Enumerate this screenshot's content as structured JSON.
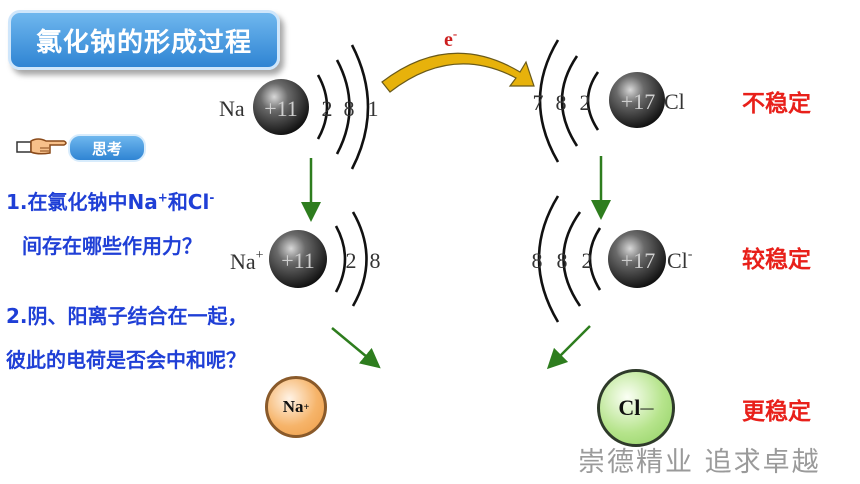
{
  "title": "氯化钠的形成过程",
  "think_label": "思考",
  "questions": {
    "q1_line1_prefix": "1.在氯化钠中Na",
    "q1_line1_sup1": "+",
    "q1_line1_mid": "和Cl",
    "q1_line1_sup2": "-",
    "q1_line2": "间存在哪些作用力？",
    "q2_line1": "2.阴、阳离子结合在一起，",
    "q2_line2": "彼此的电荷是否会中和呢？"
  },
  "stability": {
    "unstable": "不稳定",
    "more_stable": "较稳定",
    "most_stable": "更稳定"
  },
  "electron_label": "e",
  "electron_sup": "-",
  "atoms": {
    "na_symbol": "Na",
    "na_nucleus": "+11",
    "na_shells": [
      "2",
      "8",
      "1"
    ],
    "cl_symbol": "Cl",
    "cl_nucleus": "+17",
    "cl_shells": [
      "7",
      "8",
      "2"
    ],
    "na_ion_symbol": "Na",
    "na_ion_sup": "+",
    "na_ion_shells": [
      "2",
      "8"
    ],
    "cl_ion_shells": [
      "8",
      "8",
      "2"
    ],
    "cl_ion_sup": "-"
  },
  "ions": {
    "na_label": "Na",
    "na_sup": "+",
    "cl_label": "Cl",
    "cl_sup": "—"
  },
  "motto": "崇德精业  追求卓越",
  "colors": {
    "title_blue": "#2f84d3",
    "question_blue": "#1f3fd6",
    "stable_red": "#e8201a",
    "arrow_green": "#2e7d1e",
    "curved_arrow_gold": "#e7b20b",
    "electron_red": "#cc1f1f"
  }
}
